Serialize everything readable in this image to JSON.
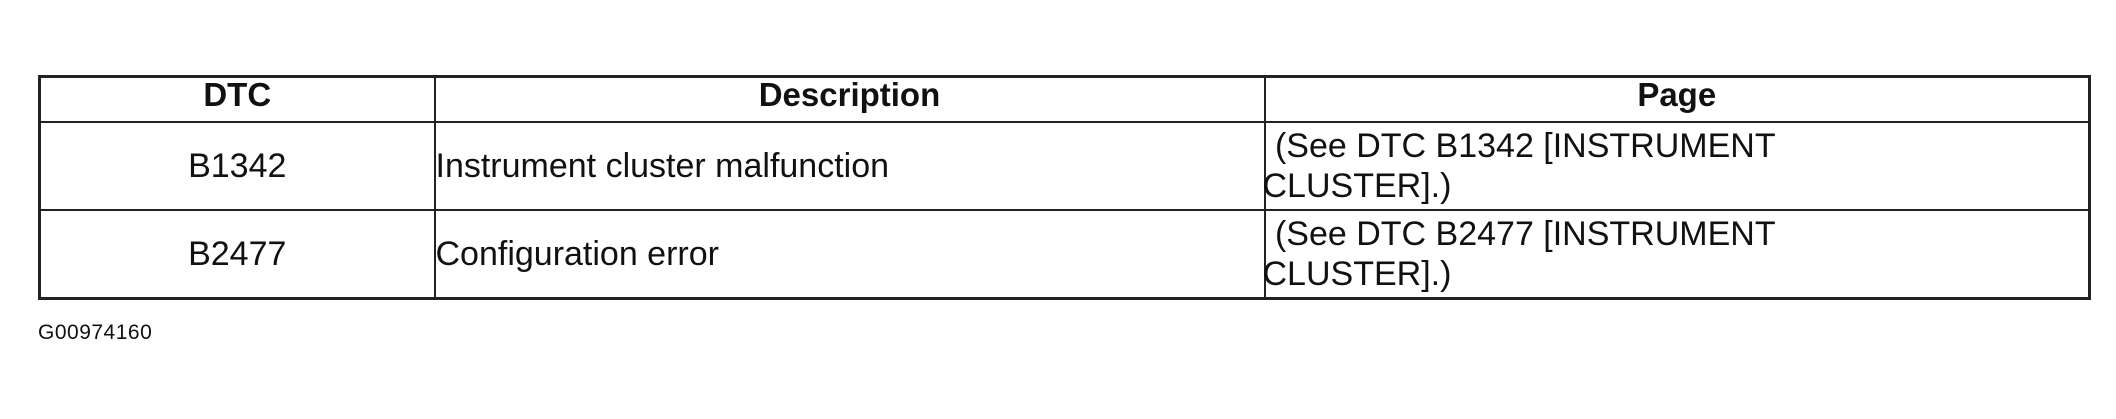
{
  "table": {
    "headers": [
      "DTC",
      "Description",
      "Page"
    ],
    "rows": [
      {
        "dtc": "B1342",
        "description": "Instrument cluster malfunction",
        "page_line1": " (See DTC B1342 [INSTRUMENT",
        "page_line2": "CLUSTER].)"
      },
      {
        "dtc": "B2477",
        "description": "Configuration error",
        "page_line1": " (See DTC B2477 [INSTRUMENT",
        "page_line2": "CLUSTER].)"
      }
    ]
  },
  "figure_id": "G00974160"
}
